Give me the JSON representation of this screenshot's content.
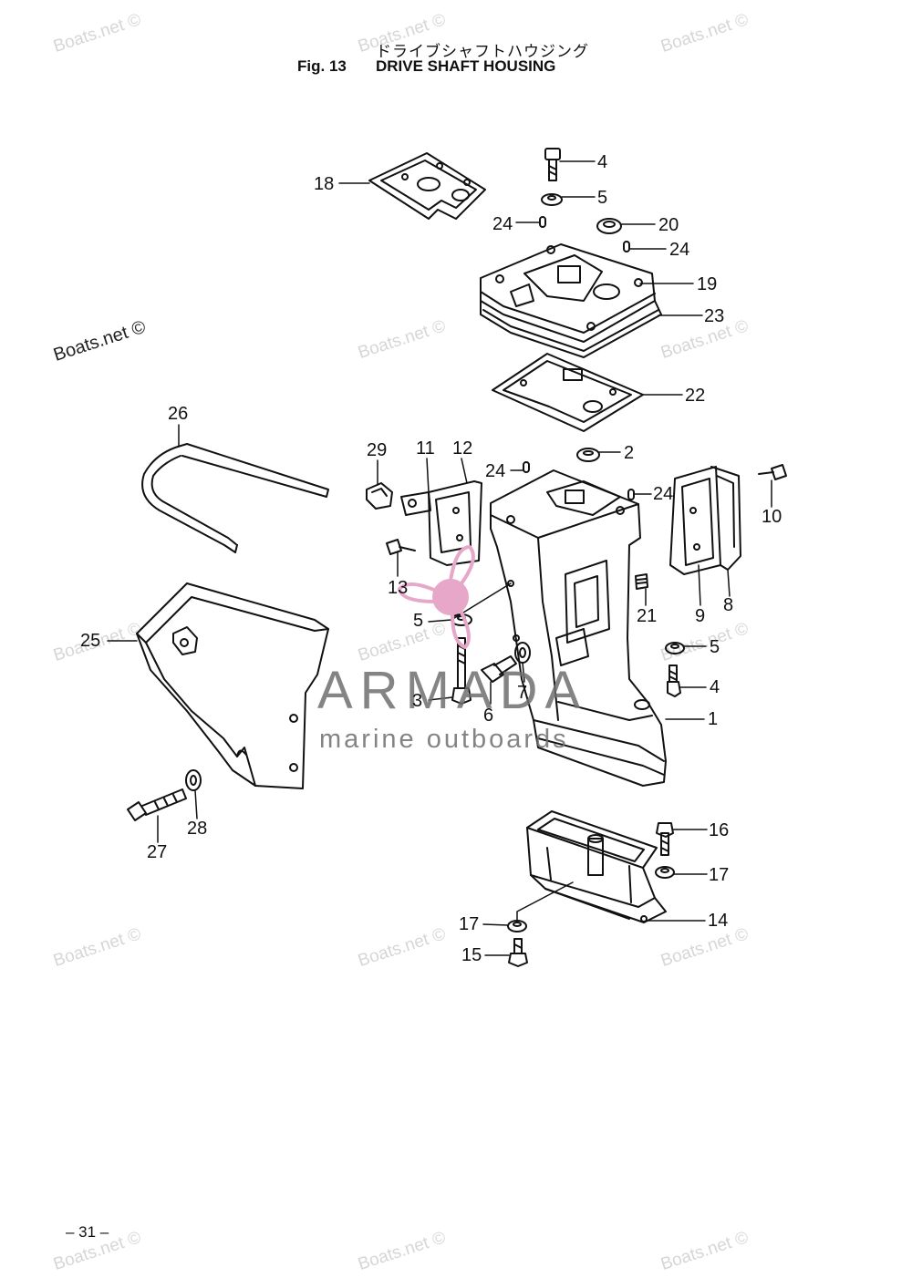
{
  "header": {
    "title_japanese": "ドライブシャフトハウジング",
    "figure_label": "Fig. 13",
    "figure_title": "DRIVE SHAFT HOUSING"
  },
  "watermark": {
    "text": "Boats.net ©"
  },
  "brand": {
    "name": "ARMADA",
    "tagline": "marine outboards",
    "logo_color": "#e7a7c9"
  },
  "callouts": [
    {
      "id": "c18",
      "label": "18"
    },
    {
      "id": "c4a",
      "label": "4"
    },
    {
      "id": "c5a",
      "label": "5"
    },
    {
      "id": "c24a",
      "label": "24"
    },
    {
      "id": "c20",
      "label": "20"
    },
    {
      "id": "c24b",
      "label": "24"
    },
    {
      "id": "c19",
      "label": "19"
    },
    {
      "id": "c23",
      "label": "23"
    },
    {
      "id": "c22",
      "label": "22"
    },
    {
      "id": "c26",
      "label": "26"
    },
    {
      "id": "c29",
      "label": "29"
    },
    {
      "id": "c11",
      "label": "11"
    },
    {
      "id": "c12",
      "label": "12"
    },
    {
      "id": "c24c",
      "label": "24"
    },
    {
      "id": "c2",
      "label": "2"
    },
    {
      "id": "c24d",
      "label": "24"
    },
    {
      "id": "c10",
      "label": "10"
    },
    {
      "id": "c13",
      "label": "13"
    },
    {
      "id": "c21",
      "label": "21"
    },
    {
      "id": "c9",
      "label": "9"
    },
    {
      "id": "c8",
      "label": "8"
    },
    {
      "id": "c5b",
      "label": "5"
    },
    {
      "id": "c25",
      "label": "25"
    },
    {
      "id": "c5c",
      "label": "5"
    },
    {
      "id": "c3",
      "label": "3"
    },
    {
      "id": "c6",
      "label": "6"
    },
    {
      "id": "c7",
      "label": "7"
    },
    {
      "id": "c4b",
      "label": "4"
    },
    {
      "id": "c1",
      "label": "1"
    },
    {
      "id": "c28",
      "label": "28"
    },
    {
      "id": "c27",
      "label": "27"
    },
    {
      "id": "c16",
      "label": "16"
    },
    {
      "id": "c17a",
      "label": "17"
    },
    {
      "id": "c17b",
      "label": "17"
    },
    {
      "id": "c14",
      "label": "14"
    },
    {
      "id": "c15",
      "label": "15"
    }
  ],
  "footer": {
    "page_number": "– 31 –"
  }
}
